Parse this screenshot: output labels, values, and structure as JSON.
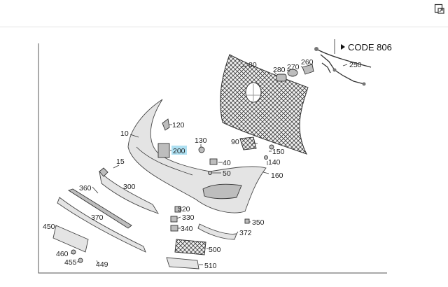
{
  "icons": {
    "corner": "open-in-new-window-icon"
  },
  "highlight_color": "#aee0f2",
  "diagram": {
    "code_label": "CODE 806",
    "callouts": {
      "p10": "10",
      "p15": "15",
      "p40": "40",
      "p50": "50",
      "p80": "80",
      "p90": "90",
      "p120": "120",
      "p130": "130",
      "p140": "140",
      "p150": "150",
      "p160": "160",
      "p200": "200",
      "p250": "250",
      "p260": "260",
      "p270": "270",
      "p280": "280",
      "p300": "300",
      "p320": "320",
      "p330": "330",
      "p340": "340",
      "p350": "350",
      "p360": "360",
      "p370": "370",
      "p372": "372",
      "p449": "449",
      "p450": "450",
      "p455": "455",
      "p460": "460",
      "p500": "500",
      "p510": "510"
    }
  }
}
